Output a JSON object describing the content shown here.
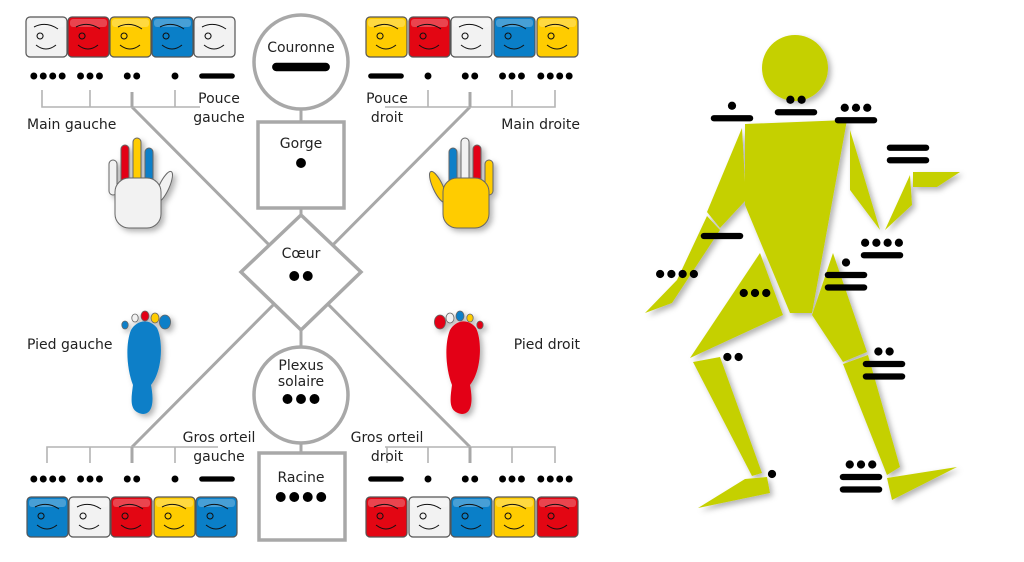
{
  "colors": {
    "yellow": "#ffcc00",
    "red": "#e30613",
    "blue": "#0a7fc8",
    "white": "#f2f2f2",
    "figure": "#c5d000",
    "line": "#a8a8a8"
  },
  "centers": {
    "couronne": {
      "label": "Couronne",
      "value": 5
    },
    "gorge": {
      "label": "Gorge",
      "value": 1
    },
    "coeur": {
      "label": "Cœur",
      "value": 2
    },
    "plexus": {
      "label": [
        "Plexus",
        "solaire"
      ],
      "value": 3
    },
    "racine": {
      "label": "Racine",
      "value": 4
    }
  },
  "labels": {
    "main_gauche": "Main gauche",
    "main_droite": "Main droite",
    "pouce_gauche": [
      "Pouce",
      "gauche"
    ],
    "pouce_droit": [
      "Pouce",
      "droit"
    ],
    "pied_gauche": "Pied gauche",
    "pied_droit": "Pied droit",
    "gros_orteil_gauche": [
      "Gros orteil",
      "gauche"
    ],
    "gros_orteil_droit": [
      "Gros orteil",
      "droit"
    ]
  },
  "groups": {
    "left_hand": {
      "tiles": [
        "white",
        "red",
        "yellow",
        "blue",
        "white"
      ],
      "numerals": [
        4,
        3,
        2,
        1,
        5
      ]
    },
    "right_hand": {
      "tiles": [
        "yellow",
        "red",
        "white",
        "blue",
        "yellow"
      ],
      "numerals": [
        5,
        1,
        2,
        3,
        4
      ]
    },
    "left_foot": {
      "tiles": [
        "blue",
        "white",
        "red",
        "yellow",
        "blue"
      ],
      "numerals": [
        4,
        3,
        2,
        1,
        5
      ]
    },
    "right_foot": {
      "tiles": [
        "red",
        "white",
        "blue",
        "yellow",
        "red"
      ],
      "numerals": [
        5,
        1,
        2,
        3,
        4
      ]
    }
  },
  "hands": {
    "left_fingers": [
      "white",
      "red",
      "yellow",
      "blue",
      "white"
    ],
    "left_palm": "white",
    "right_fingers": [
      "yellow",
      "red",
      "white",
      "blue",
      "yellow"
    ],
    "right_palm": "yellow"
  },
  "feet": {
    "left_toes": [
      "blue",
      "white",
      "red",
      "yellow",
      "blue"
    ],
    "left_sole": "blue",
    "right_toes": [
      "red",
      "white",
      "blue",
      "yellow",
      "red"
    ],
    "right_sole": "red"
  },
  "figure": {
    "numerals": [
      6,
      7,
      8,
      10,
      5,
      4,
      9,
      11,
      3,
      2,
      12,
      1,
      13
    ]
  }
}
